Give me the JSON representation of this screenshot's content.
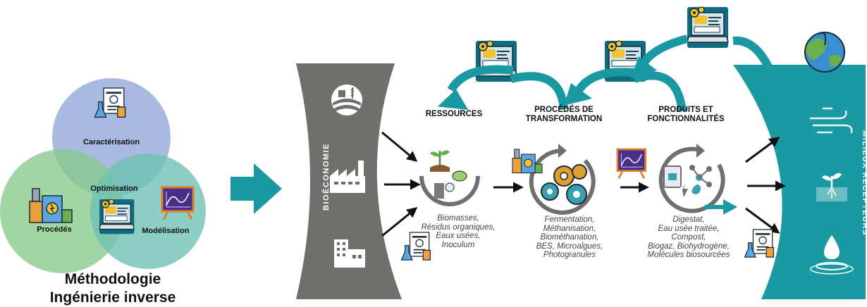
{
  "venn": {
    "top": "Caractérisation",
    "center": "Optimisation",
    "left": "Procédés",
    "right": "Modélisation"
  },
  "methodology": {
    "line1": "Méthodologie",
    "line2": "Ingénierie inverse"
  },
  "left_band": {
    "label": "BIOÉCONOMIE"
  },
  "right_band": {
    "label": "MILIEUX RÉCEPTEURS"
  },
  "stages": {
    "resources": {
      "title": "RESSOURCES",
      "items": [
        "Biomasses,",
        "Résidus organiques,",
        "Eaux usées,",
        "Inoculum"
      ]
    },
    "processes": {
      "title_line1": "PROCÉDÉS DE",
      "title_line2": "TRANSFORMATION",
      "items": [
        "Fermentation,",
        "Méthanisation,",
        "Biométhanation,",
        "BES, Microalgues,",
        "Photogranules"
      ]
    },
    "products": {
      "title_line1": "PRODUITS ET",
      "title_line2": "FONCTIONNALITÉS",
      "items": [
        "Digestat,",
        "Eau usée traitée,",
        "Compost,",
        "Biogaz, Biohydrogène,",
        "Molécules biosourcées"
      ]
    }
  },
  "colors": {
    "teal": "#1a99a3",
    "gray_band": "#6f6f6b",
    "venn_blue": "#8fa6d6",
    "venn_green": "#86c98a",
    "venn_teal": "#6dc2b3"
  },
  "icons": [
    "laptop-gear-icon",
    "lab-flask-icon",
    "factory-icon",
    "farm-icon",
    "building-icon",
    "chalkboard-chart-icon",
    "earth-leaf-icon",
    "wind-icon",
    "soil-plant-icon",
    "water-drop-icon",
    "gears-icon",
    "biomass-icon",
    "products-icon"
  ]
}
